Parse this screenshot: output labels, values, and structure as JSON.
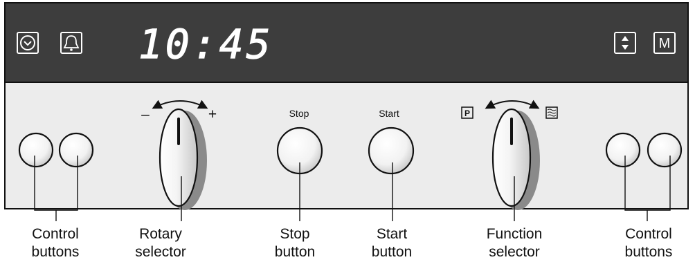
{
  "display": {
    "time": "10:45",
    "icons": [
      "clock-icon",
      "bell-icon",
      "up-down-arrow-icon"
    ],
    "m_key": "M"
  },
  "panel": {
    "rotary_minus": "–",
    "rotary_plus": "+",
    "stop_top": "Stop",
    "start_top": "Start",
    "function_left_key": "P",
    "function_right_icon": "grill-icon"
  },
  "labels": {
    "control_left": [
      "Control",
      "buttons"
    ],
    "rotary": [
      "Rotary",
      "selector"
    ],
    "stop": [
      "Stop",
      "button"
    ],
    "start": [
      "Start",
      "button"
    ],
    "function": [
      "Function",
      "selector"
    ],
    "control_right": [
      "Control",
      "buttons"
    ]
  },
  "colors": {
    "display_bg": "#3d3d3d",
    "panel_bg": "#ececec",
    "digits": "#ffffff"
  }
}
